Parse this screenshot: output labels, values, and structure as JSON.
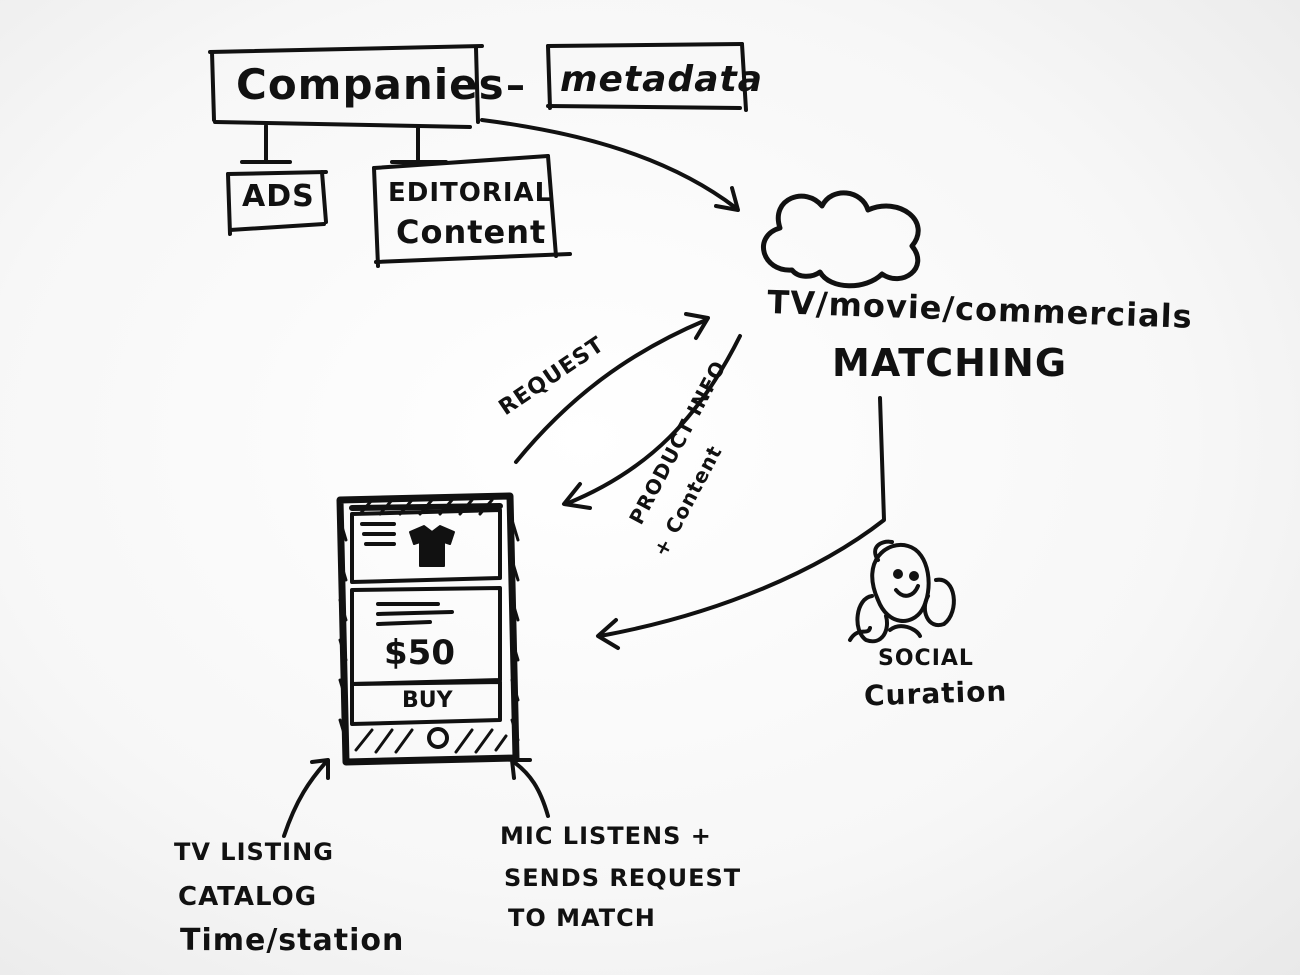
{
  "nodes": {
    "companies": "Companies",
    "metadata": "metadata",
    "ads": "ADS",
    "editorial": [
      "EDITORIAL",
      "Content"
    ],
    "matching": [
      "TV/movie/commercials",
      "MATCHING"
    ],
    "phone": {
      "price": "$50",
      "buy": "BUY"
    },
    "social": [
      "SOCIAL",
      "Curation"
    ],
    "tv_listing": [
      "TV LISTING",
      "CATALOG",
      "Time/station"
    ],
    "mic": [
      "MIC LISTENS +",
      "SENDS REQUEST",
      "TO MATCH"
    ]
  },
  "connectors": {
    "dash": "–",
    "request": "REQUEST",
    "product_info": [
      "PRODUCT INFO",
      "+ Content"
    ]
  },
  "ink_color": "#111111"
}
